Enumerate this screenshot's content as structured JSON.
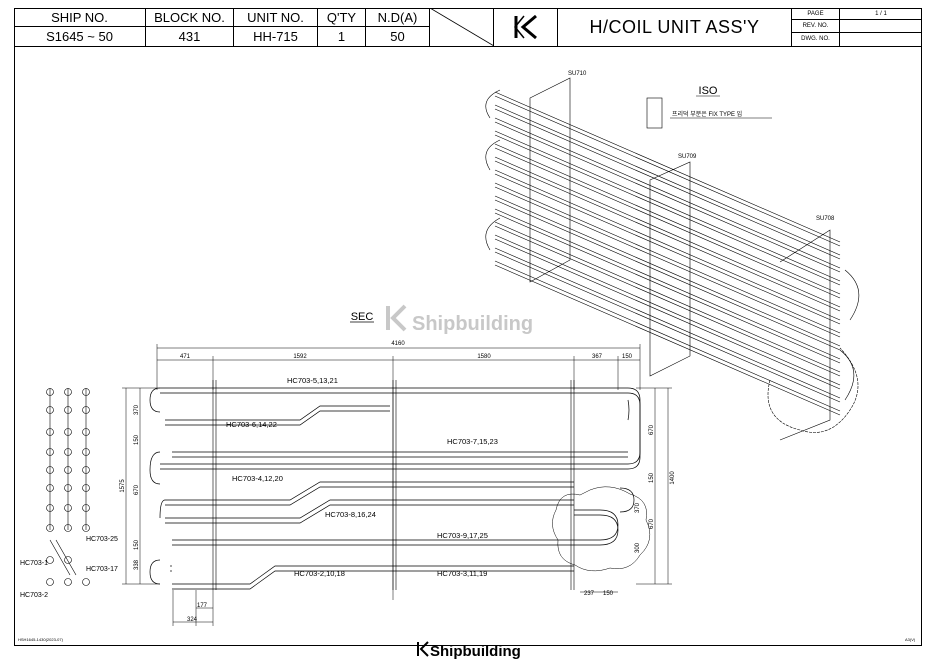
{
  "title_block": {
    "ship_no_label": "SHIP NO.",
    "ship_no": "S1645 ~ 50",
    "block_no_label": "BLOCK NO.",
    "block_no": "431",
    "unit_no_label": "UNIT NO.",
    "unit_no": "HH-715",
    "qty_label": "Q'TY",
    "qty": "1",
    "nd_label": "N.D(A)",
    "nd": "50",
    "drawing_title": "H/COIL UNIT ASS'Y",
    "page_label": "PAGE",
    "page_value": "1 / 1",
    "rev_label": "REV. NO.",
    "dwg_label": "DWG. NO."
  },
  "iso": {
    "title": "ISO",
    "note": "프리덕 부분은 FIX TYPE 임",
    "tags": [
      "SU710",
      "SU709",
      "SU708"
    ]
  },
  "sec": {
    "title": "SEC",
    "dims_top": [
      "471",
      "1592",
      "4160",
      "1580",
      "367",
      "150"
    ],
    "dims_left": [
      "370",
      "150",
      "1575",
      "670",
      "150",
      "338"
    ],
    "dims_right": [
      "670",
      "150",
      "1400",
      "370",
      "670",
      "300"
    ],
    "dims_bottom": [
      "177",
      "324",
      "237",
      "150"
    ],
    "pipe_labels": [
      "HC703-5,13,21",
      "HC703-6,14,22",
      "HC703-7,15,23",
      "HC703-4,12,20",
      "HC703-8,16,24",
      "HC703-9,17,25",
      "HC703-2,10,18",
      "HC703-3,11,19"
    ],
    "side_labels": [
      "HC703-25",
      "HC703-1",
      "HC703-17",
      "HC703-2"
    ]
  },
  "watermark": "Shipbuilding",
  "footer": {
    "left_code": "HSH1645-1430(2023-07)",
    "brand": "Shipbuilding",
    "right_code": "A3(V)"
  }
}
